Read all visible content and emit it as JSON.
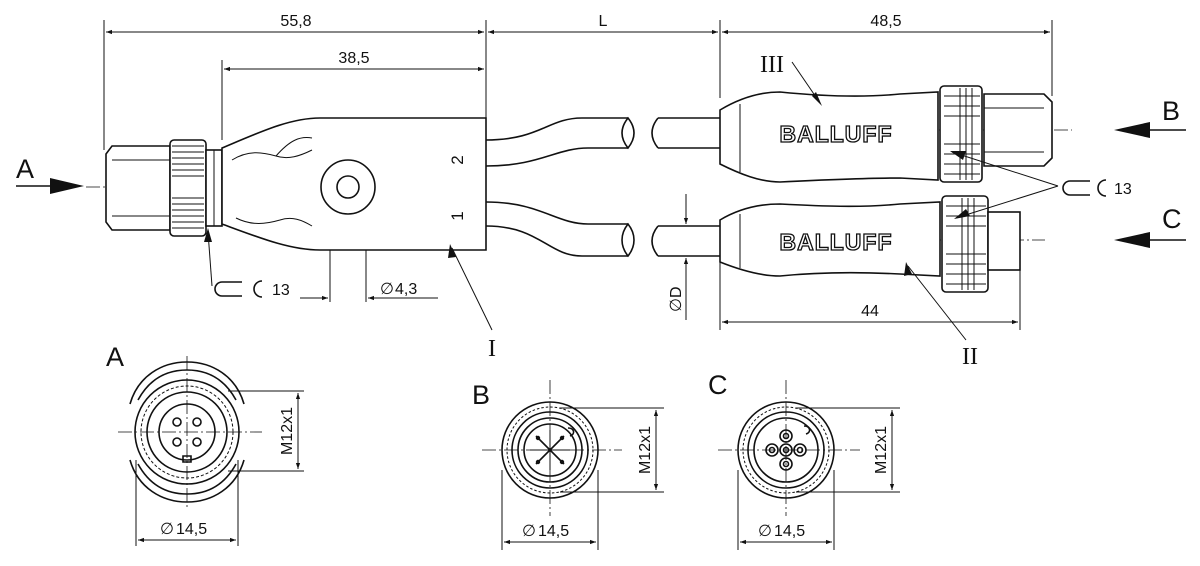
{
  "dimensions": {
    "overall_left": "55,8",
    "cable_length": "L",
    "overall_right": "48,5",
    "housing_width": "38,5",
    "hole_diameter": "4,3",
    "female_length": "44",
    "cable_diameter": "D",
    "face_diameter_a": "14,5",
    "face_diameter_b": "14,5",
    "face_diameter_c": "14,5",
    "thread_a": "M12x1",
    "thread_b": "M12x1",
    "thread_c": "M12x1"
  },
  "wrench": {
    "size_left": "13",
    "size_right": "13"
  },
  "labels": {
    "view_a_arrow": "A",
    "view_b_arrow": "B",
    "view_c_arrow": "C",
    "view_a_title": "A",
    "view_b_title": "B",
    "view_c_title": "C",
    "part_i": "I",
    "part_ii": "II",
    "part_iii": "III",
    "port_1": "1",
    "port_2": "2"
  },
  "logo": {
    "upper": "BALLUFF",
    "lower": "BALLUFF"
  },
  "symbols": {
    "diameter": "∅"
  }
}
